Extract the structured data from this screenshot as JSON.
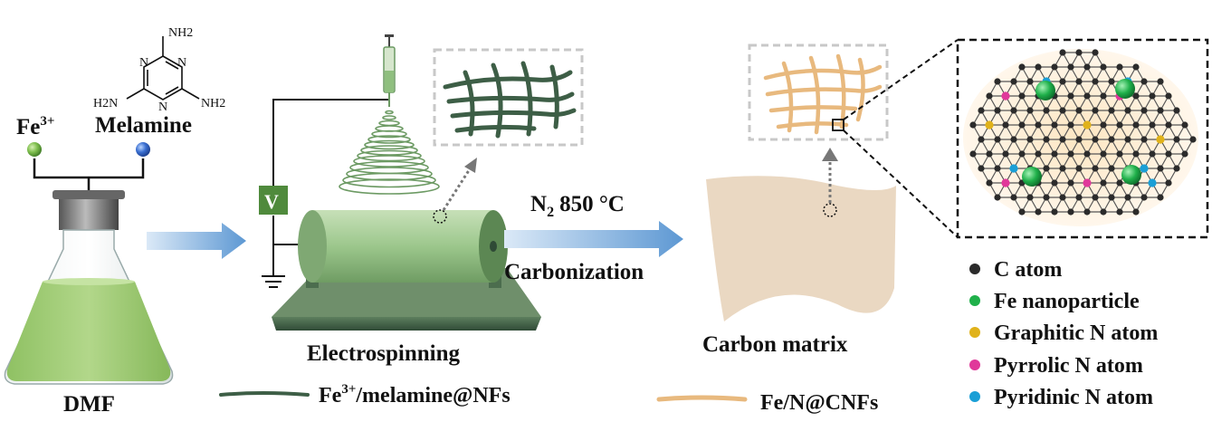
{
  "reagents": {
    "fe_label": "Fe",
    "fe_sup": "3+",
    "melamine_label": "Melamine",
    "nh2_top": "NH2",
    "nh2_left": "H2N",
    "nh2_right": "NH2",
    "ring_n": "N"
  },
  "solvent": {
    "label": "DMF"
  },
  "electrospinning": {
    "label": "Electrospinning",
    "voltage_label": "V"
  },
  "carbonization": {
    "condition_prefix": "N",
    "condition_sub": "2",
    "condition_suffix": "850 °C",
    "label": "Carbonization"
  },
  "carbon_matrix": {
    "label": "Carbon matrix"
  },
  "fiber_legend": [
    {
      "label_prefix": "Fe",
      "label_sup": "3+",
      "label_suffix": "/melamine@NFs",
      "color": "#3d5e46"
    },
    {
      "label_prefix": "Fe/N@CNFs",
      "label_sup": "",
      "label_suffix": "",
      "color": "#e8b97e"
    }
  ],
  "atom_legend": [
    {
      "label": "C atom",
      "color": "#2b2b2b",
      "icon": "c-atom-dot"
    },
    {
      "label": "Fe nanoparticle",
      "color": "#1fb04a",
      "icon": "fe-dot"
    },
    {
      "label": "Graphitic N atom",
      "color": "#e0b21a",
      "icon": "graphitic-n-dot"
    },
    {
      "label": "Pyrrolic N atom",
      "color": "#e0389a",
      "icon": "pyrrolic-n-dot"
    },
    {
      "label": "Pyridinic N atom",
      "color": "#1a9fd6",
      "icon": "pyridinic-n-dot"
    }
  ],
  "colors": {
    "flask_liquid": "#a6cf7a",
    "spin_green": "#6c9a63",
    "dark_green": "#2f4a36",
    "arrow_blue": "#6aa3d8",
    "matrix_beige": "#ead8c2",
    "fiber_tan": "#e8b97e",
    "fiber_dark": "#3d5e46"
  }
}
